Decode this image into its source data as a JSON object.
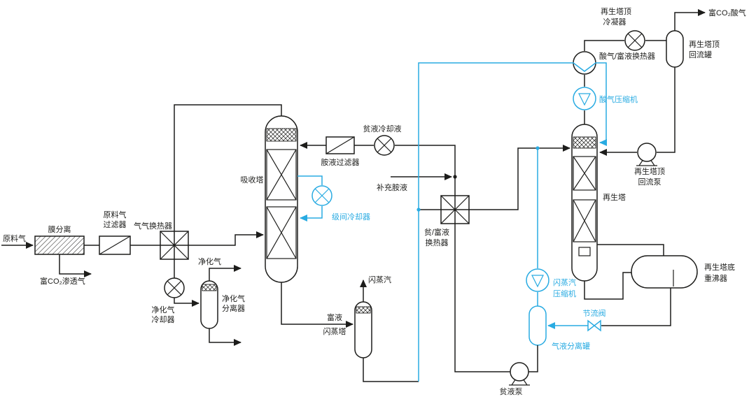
{
  "colors": {
    "line": "#1d1d1b",
    "highlight": "#29abe2",
    "background": "#ffffff"
  },
  "labels": {
    "raw_gas": "原料气",
    "membrane": "膜分离",
    "co2_permeate": "富CO₂渗透气",
    "feed_filter": [
      "原料气",
      "过滤器"
    ],
    "gas_gas_hx": "气气换热器",
    "purified_gas": "净化气",
    "purified_gas_cooler": [
      "净化气",
      "冷却器"
    ],
    "purified_gas_separator": [
      "净化气",
      "分离器"
    ],
    "absorber": "吸收塔",
    "amine_filter": "胺液过滤器",
    "lean_cooler": "贫液冷却液",
    "makeup_amine": "补充胺液",
    "interstage_cooler": "级间冷却器",
    "rich_flash_tower": [
      "富液",
      "闪蒸塔"
    ],
    "flash_vapor": "闪蒸汽",
    "lean_rich_hx": [
      "贫/富液",
      "换热器"
    ],
    "regen_tower": "再生塔",
    "acid_rich_hx": "酸气/富液换热器",
    "acid_gas_compressor": "酸气压缩机",
    "regen_condenser": [
      "再生塔顶",
      "冷凝器"
    ],
    "co2_acid_gas": "富CO₂酸气",
    "reflux_drum": [
      "再生塔顶",
      "回流罐"
    ],
    "reflux_pump": [
      "再生塔顶",
      "回流泵"
    ],
    "regen_reboiler": [
      "再生塔底",
      "重沸器"
    ],
    "flash_compressor": [
      "闪蒸汽",
      "压缩机"
    ],
    "throttle_valve": "节流阀",
    "gas_liquid_separator": "气液分离罐",
    "lean_pump": "贫液泵"
  }
}
